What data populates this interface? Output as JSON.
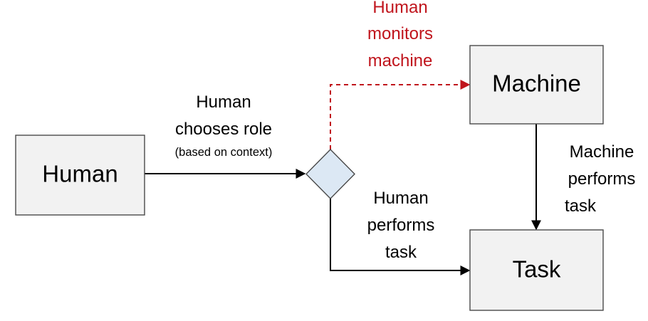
{
  "nodes": {
    "human": "Human",
    "machine": "Machine",
    "task": "Task"
  },
  "edges": {
    "human_to_decision": {
      "lines": [
        "Human",
        "chooses role"
      ],
      "note": "(based on context)"
    },
    "decision_to_machine": {
      "lines": [
        "Human",
        "monitors",
        "machine"
      ]
    },
    "decision_to_task": {
      "lines": [
        "Human",
        "performs",
        "task"
      ]
    },
    "machine_to_task": {
      "lines": [
        "Machine",
        "performs",
        "task"
      ]
    }
  },
  "colors": {
    "monitor_path": "#c0141c",
    "decision_fill": "#dce8f4",
    "box_fill": "#f2f2f2"
  }
}
